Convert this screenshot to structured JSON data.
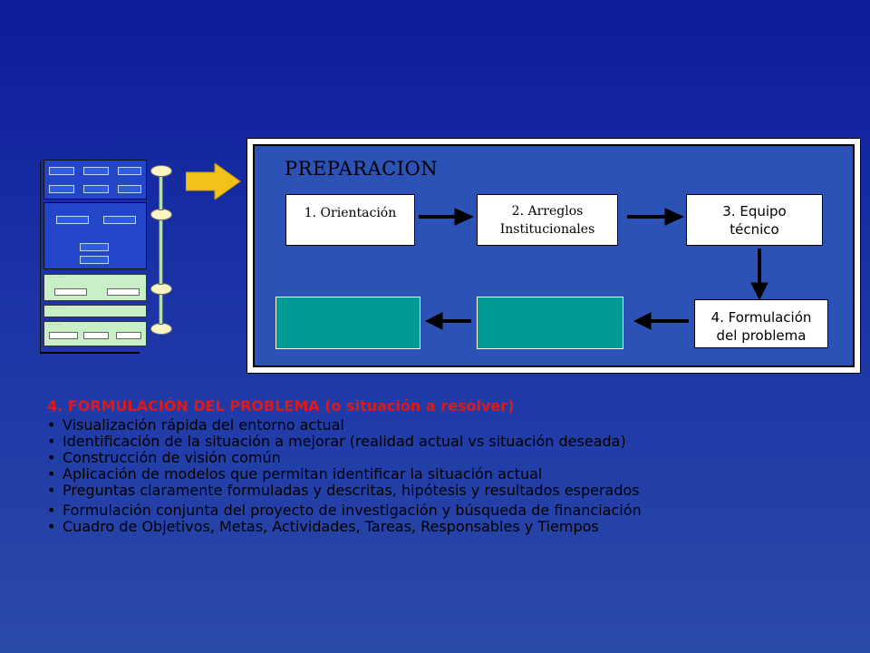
{
  "slide": {
    "preparacion": {
      "title": "PREPARACION",
      "steps": [
        {
          "label_lines": [
            "1. Orientación"
          ]
        },
        {
          "label_lines": [
            "2. Arreglos",
            "Institucionales"
          ]
        },
        {
          "label_lines": [
            "3. Equipo",
            "técnico"
          ]
        },
        {
          "label_lines": [
            "4. Formulación",
            "del problema"
          ]
        }
      ]
    },
    "text": {
      "heading": "4. FORMULACIÓN DEL PROBLEMA (o situación a resolver)",
      "bullets": [
        "Visualización rápida del entorno actual",
        "Identificación de la situación a mejorar (realidad actual vs situación deseada)",
        "Construcción de visión común",
        "Aplicación de modelos que permitan identificar la situación actual",
        "Preguntas claramente formuladas y descritas, hipótesis y resultados esperados",
        "Formulación conjunta del proyecto de investigación y búsqueda de financiación",
        "Cuadro de Objetivos, Metas, Actividades, Tareas,  Responsables y Tiempos"
      ]
    },
    "colors": {
      "background": "#1b33a6",
      "panel": "#2d52b5",
      "teal": "#009a94",
      "heading": "#e01818",
      "arrow": "#f3c21a"
    }
  }
}
